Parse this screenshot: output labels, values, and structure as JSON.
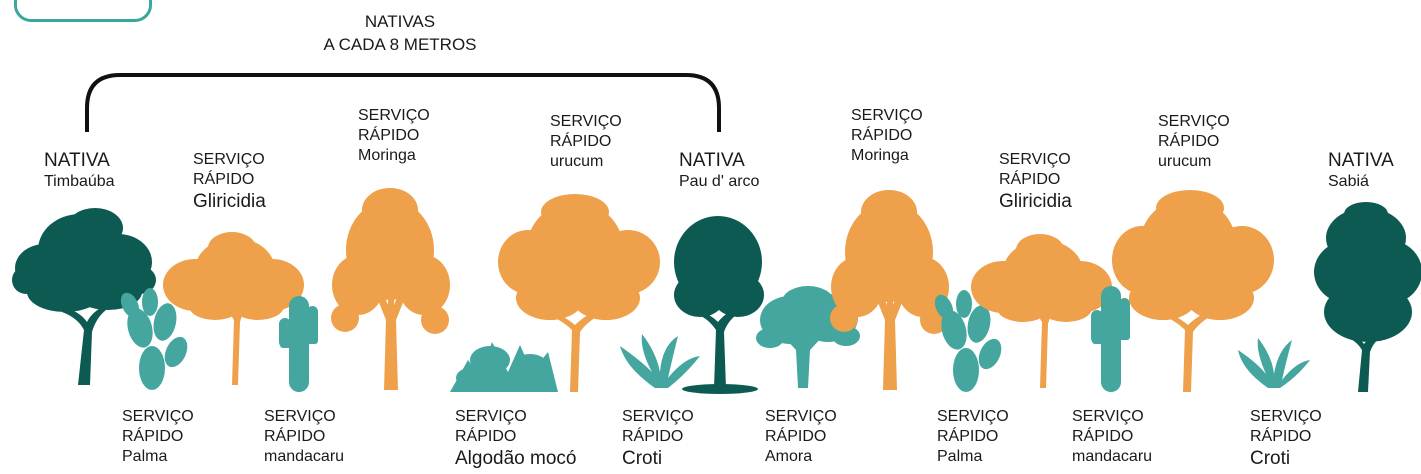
{
  "header": {
    "line1": "NATIVAS",
    "line2": "A CADA 8 METROS"
  },
  "colors": {
    "native": "#0d5a52",
    "service": "#eea04a",
    "teal": "#45a69f",
    "bracket": "#111111"
  },
  "top_labels": [
    {
      "type": "NATIVA",
      "name": "Timbaúba"
    },
    {
      "type1": "SERVIÇO",
      "type2": "RÁPIDO",
      "name": "Gliricidia"
    },
    {
      "type1": "SERVIÇO",
      "type2": "RÁPIDO",
      "name": "Moringa"
    },
    {
      "type1": "SERVIÇO",
      "type2": "RÁPIDO",
      "name": "urucum"
    },
    {
      "type": "NATIVA",
      "name": "Pau d' arco"
    },
    {
      "type1": "SERVIÇO",
      "type2": "RÁPIDO",
      "name": "Moringa"
    },
    {
      "type1": "SERVIÇO",
      "type2": "RÁPIDO",
      "name": "Gliricidia"
    },
    {
      "type1": "SERVIÇO",
      "type2": "RÁPIDO",
      "name": "urucum"
    },
    {
      "type": "NATIVA",
      "name": "Sabiá"
    }
  ],
  "bottom_labels": [
    {
      "type1": "SERVIÇO",
      "type2": "RÁPIDO",
      "name": "Palma"
    },
    {
      "type1": "SERVIÇO",
      "type2": "RÁPIDO",
      "name": "mandacaru"
    },
    {
      "type1": "SERVIÇO",
      "type2": "RÁPIDO",
      "name": "Algodão mocó"
    },
    {
      "type1": "SERVIÇO",
      "type2": "RÁPIDO",
      "name": "Croti"
    },
    {
      "type1": "SERVIÇO",
      "type2": "RÁPIDO",
      "name": "Amora"
    },
    {
      "type1": "SERVIÇO",
      "type2": "RÁPIDO",
      "name": "Palma"
    },
    {
      "type1": "SERVIÇO",
      "type2": "RÁPIDO",
      "name": "mandacaru"
    },
    {
      "type1": "SERVIÇO",
      "type2": "RÁPIDO",
      "name": "Croti"
    }
  ]
}
